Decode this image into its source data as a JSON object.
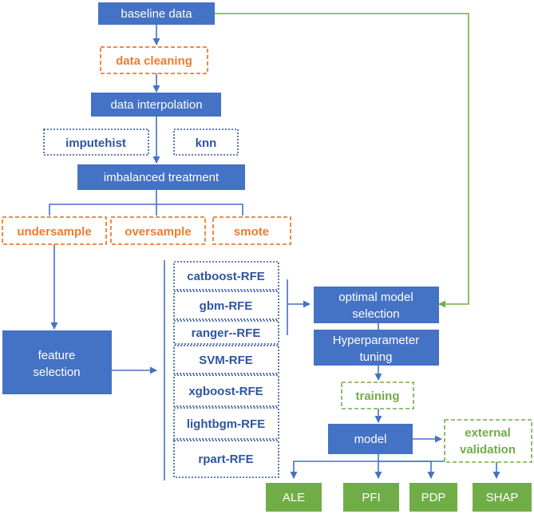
{
  "colors": {
    "primary_fill": "#4472c4",
    "primary_text": "#ffffff",
    "orange": "#ed7d31",
    "blue_text": "#2f55a0",
    "green": "#70ad47",
    "arrow_blue": "#4472c4",
    "arrow_green": "#70ad47"
  },
  "nodes": {
    "baseline_data": "baseline data",
    "data_cleaning": "data cleaning",
    "data_interpolation": "data interpolation",
    "imputehist": "imputehist",
    "knn": "knn",
    "imbalanced_treatment": "imbalanced treatment",
    "undersample": "undersample",
    "oversample": "oversample",
    "smote": "smote",
    "feature_selection": [
      "feature",
      "selection"
    ],
    "rfe_methods": [
      "catboost-RFE",
      "gbm-RFE",
      "ranger--RFE",
      "SVM-RFE",
      "xgboost-RFE",
      "lightbgm-RFE",
      "rpart-RFE"
    ],
    "optimal_model_selection": [
      "optimal model",
      "selection"
    ],
    "hyperparameter_tuning": [
      "Hyperparameter",
      "tuning"
    ],
    "training": "training",
    "model": "model",
    "external_validation": [
      "external",
      "validation"
    ],
    "interpretation_methods": [
      "ALE",
      "PFI",
      "PDP",
      "SHAP"
    ]
  }
}
